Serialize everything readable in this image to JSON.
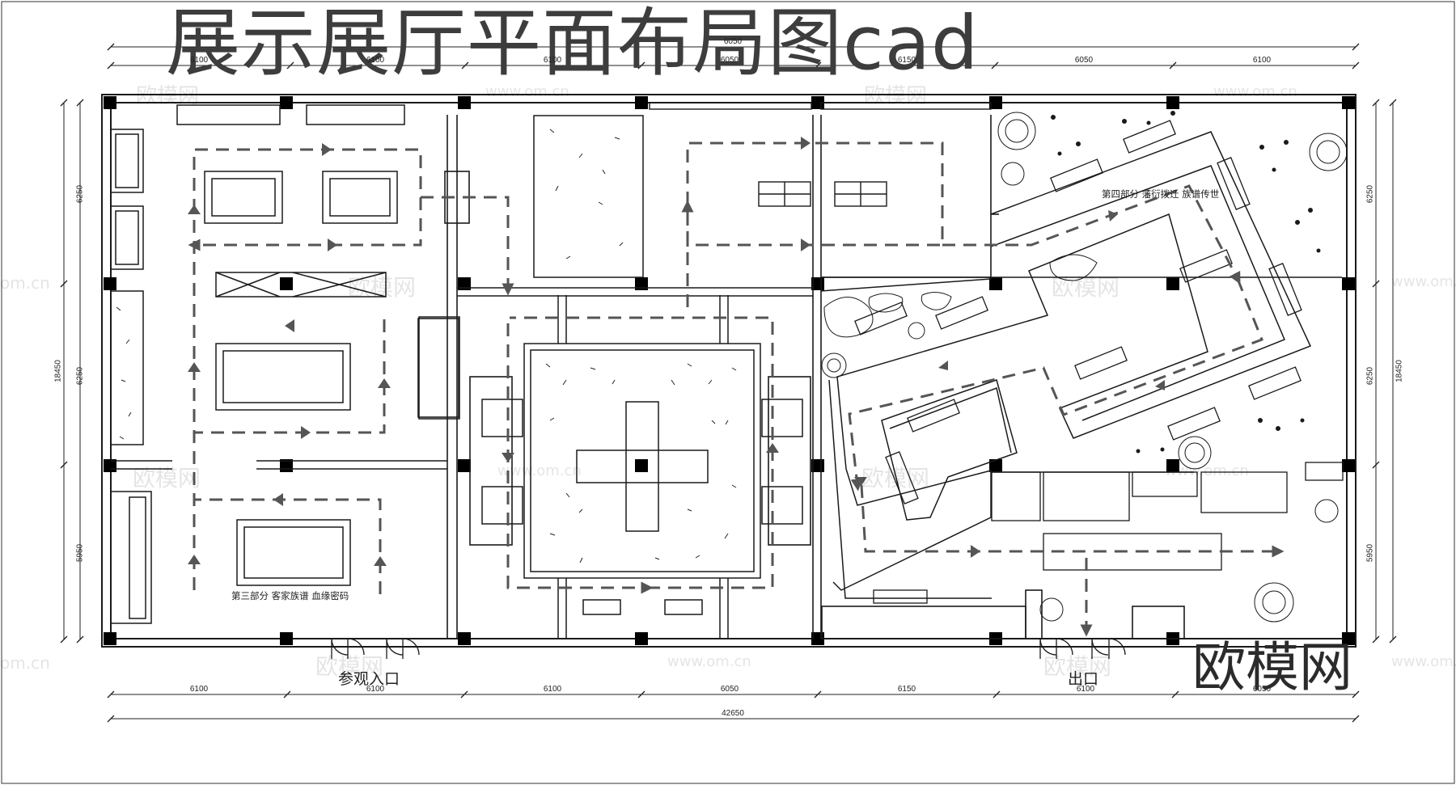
{
  "title": "展示展厅平面布局图cad",
  "brand": "欧模网",
  "labels": {
    "entrance": "参观入口",
    "exit": "出口",
    "zone3": "第三部分  客家族谱  血缘密码",
    "zone4": "第四部分  藩衍拨迁  族谱传世"
  },
  "dimensions": {
    "top_row": [
      "6100",
      "6100",
      "6100",
      "6050",
      "6150",
      "6050",
      "6100"
    ],
    "top_total": "6050",
    "bottom_row": [
      "6100",
      "6100",
      "6100",
      "6050",
      "6150",
      "6100",
      "6050"
    ],
    "bottom_total": "42650",
    "left_col": [
      "6250",
      "6250",
      "5950"
    ],
    "left_total": "18450",
    "right_col": [
      "6250",
      "6250",
      "5950"
    ],
    "right_total": "18450"
  },
  "watermarks": {
    "logo": "欧模网",
    "url": "www.om.cn",
    "url_short": "om.cn"
  },
  "colors": {
    "line": "#1a1a1a",
    "route": "#555555",
    "title": "#3d3d3d"
  }
}
